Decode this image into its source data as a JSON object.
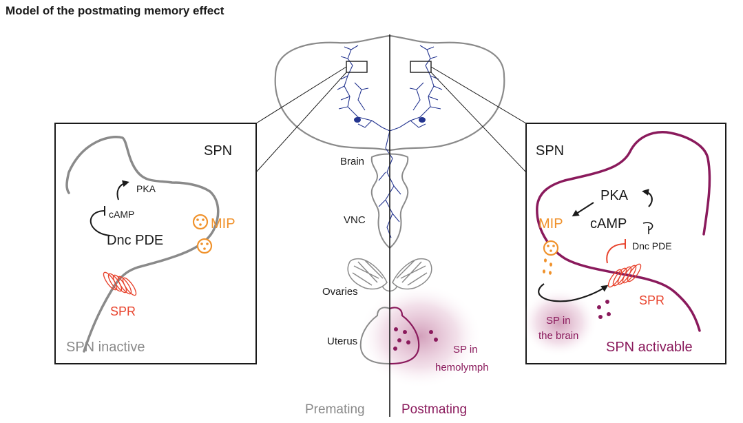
{
  "title": "Model of the postmating memory effect",
  "colors": {
    "premating": "#8a8a8a",
    "postmating": "#8a1a5c",
    "mip": "#f0922c",
    "spr": "#e8442e",
    "neuron": "#23348f",
    "text": "#1a1a1a"
  },
  "center": {
    "brain": "Brain",
    "vnc": "VNC",
    "ovaries": "Ovaries",
    "uterus": "Uterus",
    "sp_hemolymph_line1": "SP in",
    "sp_hemolymph_line2": "hemolymph",
    "premating": "Premating",
    "postmating": "Postmating"
  },
  "left_panel": {
    "spn": "SPN",
    "pka": "PKA",
    "camp": "cAMP",
    "dnc_pde": "Dnc PDE",
    "mip": "MIP",
    "spr": "SPR",
    "status": "SPN inactive"
  },
  "right_panel": {
    "spn": "SPN",
    "pka": "PKA",
    "camp": "cAMP",
    "dnc_pde": "Dnc PDE",
    "mip": "MIP",
    "spr": "SPR",
    "sp_brain_line1": "SP in",
    "sp_brain_line2": "the brain",
    "status": "SPN activable"
  }
}
